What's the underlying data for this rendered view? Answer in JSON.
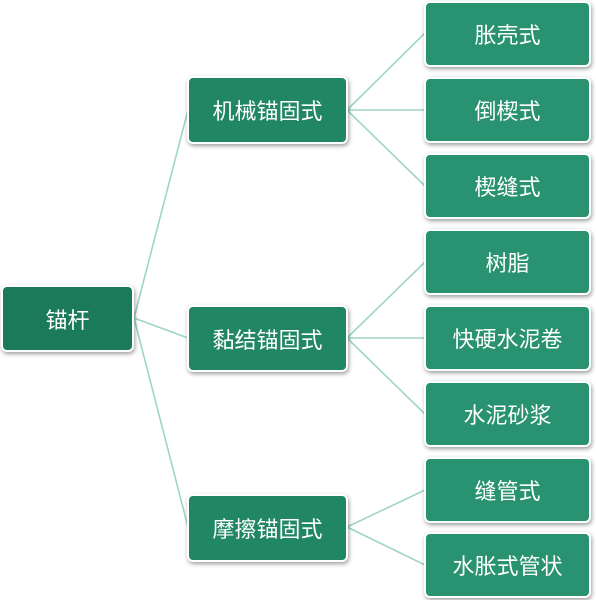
{
  "colors": {
    "root": "#1b7a5a",
    "category": "#218663",
    "leaf": "#299270",
    "connector": "#9fd6c2"
  },
  "root": {
    "label": "锚杆"
  },
  "categories": [
    {
      "label": "机械锚固式",
      "children": [
        {
          "label": "胀壳式"
        },
        {
          "label": "倒楔式"
        },
        {
          "label": "楔缝式"
        }
      ]
    },
    {
      "label": "黏结锚固式",
      "children": [
        {
          "label": "树脂"
        },
        {
          "label": "快硬水泥卷"
        },
        {
          "label": "水泥砂浆"
        }
      ]
    },
    {
      "label": "摩擦锚固式",
      "children": [
        {
          "label": "缝管式"
        },
        {
          "label": "水胀式管状"
        }
      ]
    }
  ]
}
